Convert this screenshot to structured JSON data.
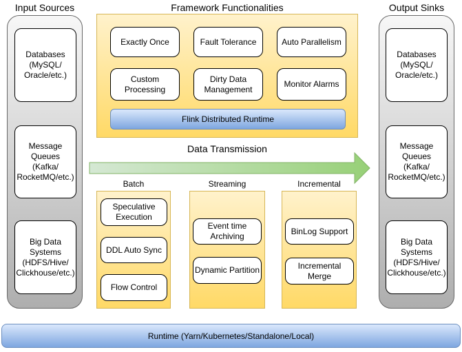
{
  "diagram": {
    "input_sources": {
      "title": "Input Sources",
      "items": [
        "Databases\n(MySQL/\nOracle/etc.)",
        "Message\nQueues\n(Kafka/\nRocketMQ/etc.)",
        "Big Data\nSystems\n(HDFS/Hive/\nClickhouse/etc.)"
      ]
    },
    "framework": {
      "title": "Framework Functionalities",
      "features": [
        "Exactly Once",
        "Fault Tolerance",
        "Auto Parallelism",
        "Custom\nProcessing",
        "Dirty Data\nManagement",
        "Monitor Alarms"
      ],
      "runtime_bar": "Flink Distributed Runtime"
    },
    "transmission": {
      "label": "Data Transmission"
    },
    "modes": [
      {
        "title": "Batch",
        "items": [
          "Speculative\nExecution",
          "DDL Auto Sync",
          "Flow Control"
        ]
      },
      {
        "title": "Streaming",
        "items": [
          "Event time\nArchiving",
          "Dynamic Partition"
        ]
      },
      {
        "title": "Incremental",
        "items": [
          "BinLog Support",
          "Incremental\nMerge"
        ]
      }
    ],
    "output_sinks": {
      "title": "Output Sinks",
      "items": [
        "Databases\n(MySQL/\nOracle/etc.)",
        "Message\nQueues\n(Kafka/\nRocketMQ/etc.)",
        "Big Data\nSystems\n(HDFS/Hive/\nClickhouse/etc.)"
      ]
    },
    "runtime": {
      "label": "Runtime (Yarn/Kubernetes/Standalone/Local)"
    },
    "colors": {
      "yellow_fill_top": "#FFF2CC",
      "yellow_fill_bottom": "#FFD966",
      "yellow_stroke": "#D6B656",
      "gray_fill_top": "#F7F7F7",
      "gray_fill_bottom": "#AEAEAE",
      "gray_stroke": "#666666",
      "blue_fill_top": "#DAE8FC",
      "blue_fill_bottom": "#7EA6E0",
      "blue_stroke": "#6C8EBF",
      "green_fill_light": "#D5E8D4",
      "green_fill_dark": "#97D077",
      "green_stroke": "#82B366",
      "box_fill": "#FFFFFF",
      "box_stroke": "#000000"
    }
  }
}
